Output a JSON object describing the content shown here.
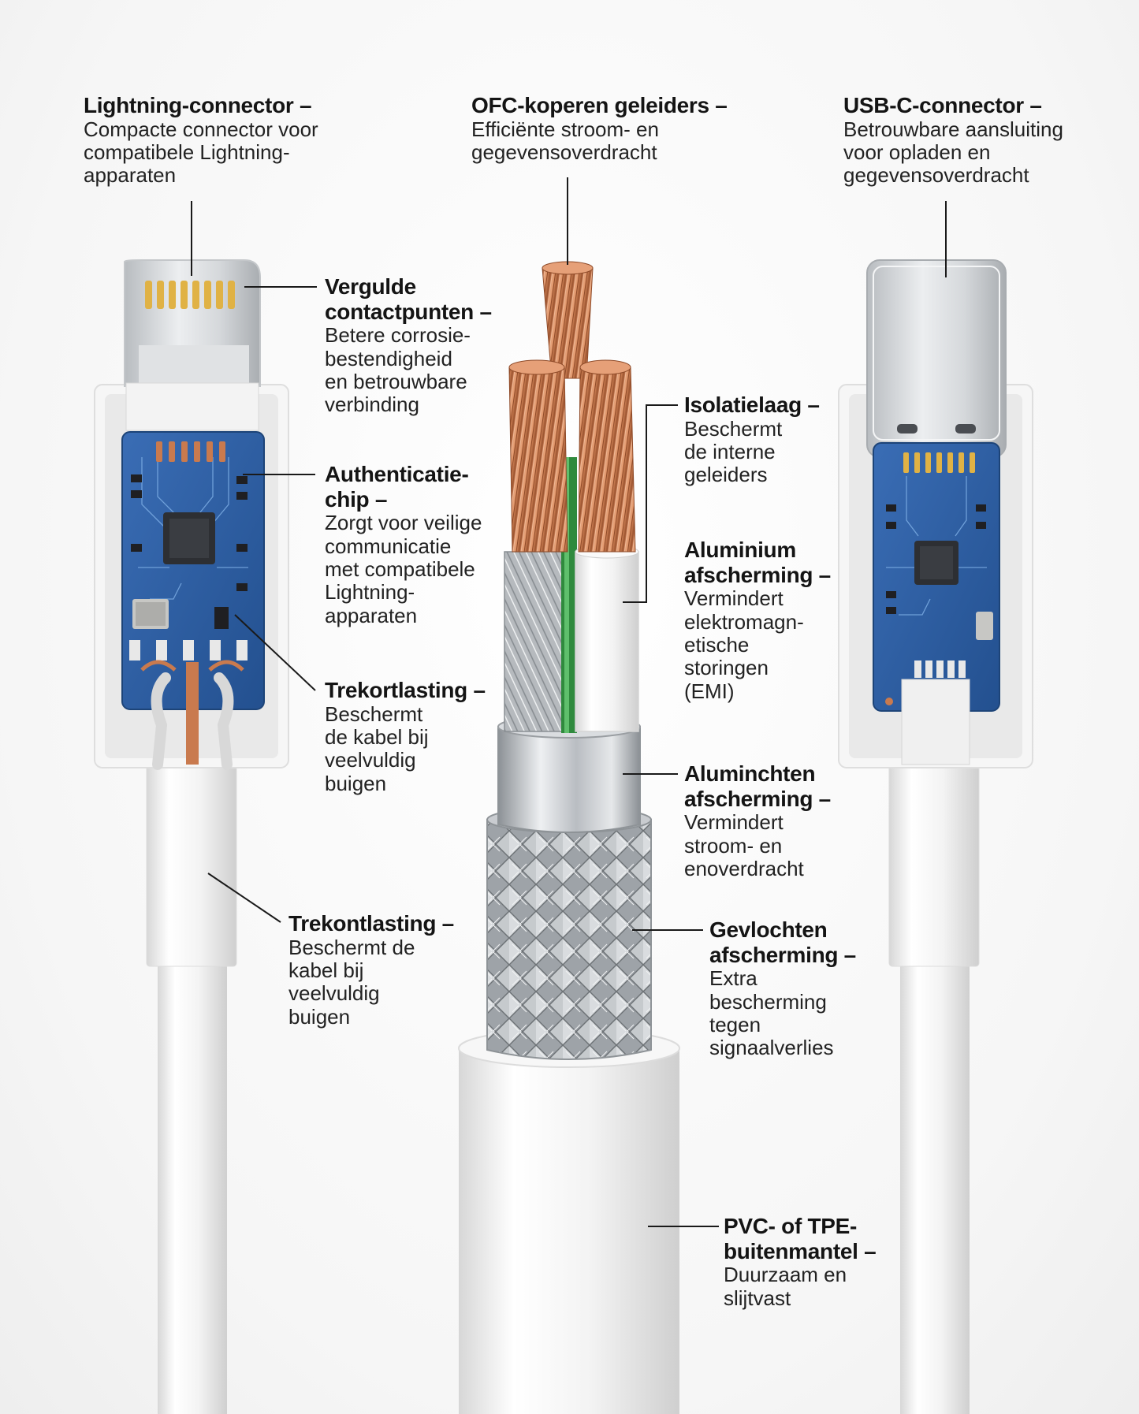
{
  "callouts": {
    "lightning": {
      "title": "Lightning-connector –",
      "desc": [
        "Compacte connector voor",
        "compatibele Lightning-",
        "apparaten"
      ]
    },
    "ofc": {
      "title": "OFC-koperen geleiders –",
      "desc": [
        "Efficiënte stroom- en",
        "gegevensoverdracht"
      ]
    },
    "usbc": {
      "title": "USB-C-connector –",
      "desc": [
        "Betrouwbare aansluiting",
        "voor opladen en",
        "gegevensoverdracht"
      ]
    },
    "gold": {
      "title": [
        "Vergulde",
        "contactpunten –"
      ],
      "desc": [
        "Betere corrosie-",
        "bestendigheid",
        "en betrouwbare",
        "verbinding"
      ]
    },
    "auth": {
      "title": [
        "Authenticatie-",
        "chip –"
      ],
      "desc": [
        "Zorgt voor veilige",
        "communicatie",
        "met compatibele",
        "Lightning-",
        "apparaten"
      ]
    },
    "strain_inner": {
      "title": "Trekortlasting –",
      "desc": [
        "Beschermt",
        "de kabel bij",
        "veelvuldig",
        "buigen"
      ]
    },
    "strain_outer": {
      "title": "Trekontlasting –",
      "desc": [
        "Beschermt de",
        "kabel bij",
        "veelvuldig",
        "buigen"
      ]
    },
    "insulation": {
      "title": "Isolatielaag –",
      "desc": [
        "Beschermt",
        "de interne",
        "geleiders"
      ]
    },
    "aluminium": {
      "title": [
        "Aluminium",
        "afscherming –"
      ],
      "desc": [
        "Vermindert",
        "elektromagn-",
        "etische",
        "storingen",
        "(EMI)"
      ]
    },
    "aluminchten": {
      "title": [
        "Aluminchten",
        "afscherming –"
      ],
      "desc": [
        "Vermindert",
        "stroom- en",
        "enoverdracht"
      ]
    },
    "braided": {
      "title": [
        "Gevlochten",
        "afscherming –"
      ],
      "desc": [
        "Extra",
        "bescherming",
        "tegen",
        "signaalverlies"
      ]
    },
    "jacket": {
      "title": [
        "PVC- of TPE-",
        "buitenmantel –"
      ],
      "desc": [
        "Duurzaam en",
        "slijtvast"
      ]
    }
  },
  "colors": {
    "pcb": "#2c5ea6",
    "copper": "#c97a4e",
    "gold": "#e0b245",
    "silver": "#bfc3c8",
    "green_wire": "#2f8a3d",
    "white_plastic": "#f4f4f4"
  }
}
